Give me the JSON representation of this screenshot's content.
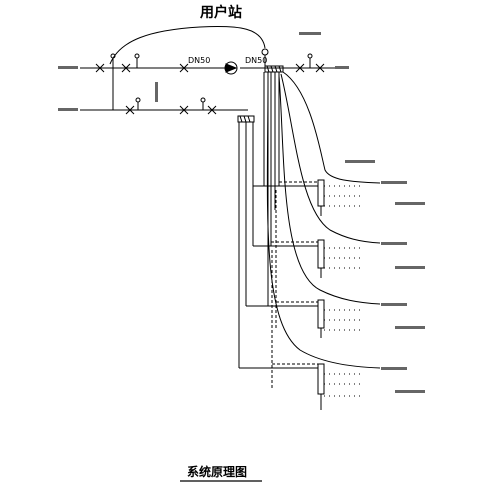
{
  "diagram": {
    "top_title": "用户站",
    "bottom_title": "系统原理图",
    "pipe_labels": {
      "dn_left": "DN50",
      "dn_right": "DN50"
    },
    "colors": {
      "line": "#000000",
      "background": "#ffffff",
      "faint_text": "#555555"
    }
  }
}
